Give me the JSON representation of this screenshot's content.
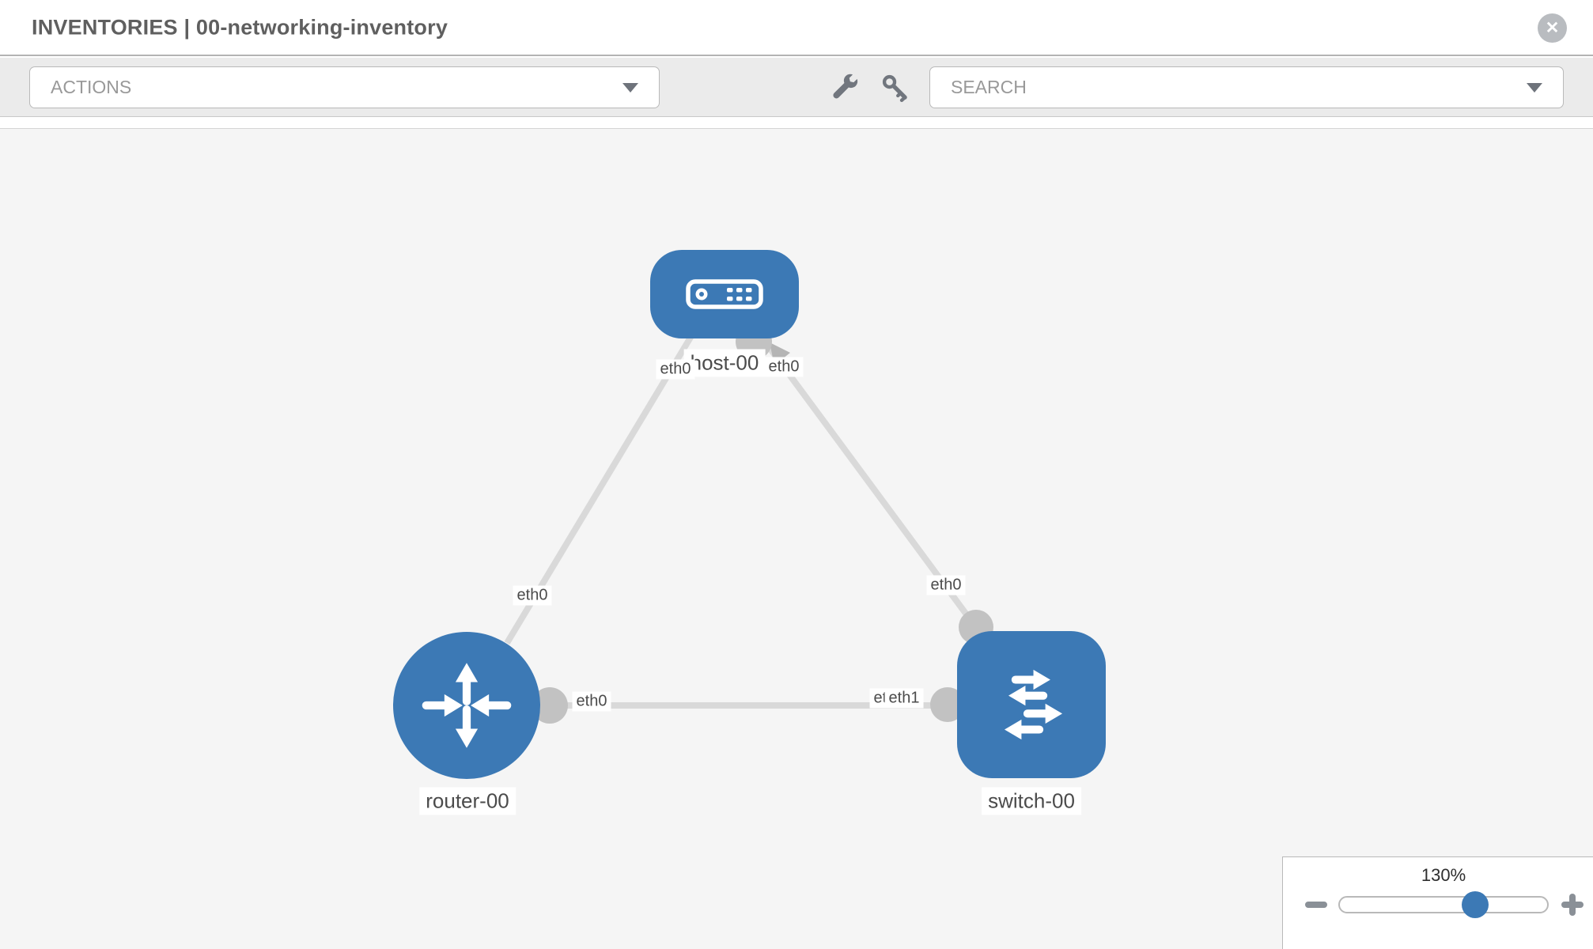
{
  "header": {
    "title": "INVENTORIES | 00-networking-inventory"
  },
  "toolbar": {
    "actions_label": "ACTIONS",
    "search_placeholder": "SEARCH"
  },
  "icons": {
    "close": "✕",
    "wrench": "wrench-icon",
    "key": "key-icon",
    "caret": "caret-down-icon",
    "zoom_out": "minus-icon",
    "zoom_in": "plus-icon"
  },
  "topology": {
    "nodes": [
      {
        "name": "host-00",
        "type": "host"
      },
      {
        "name": "router-00",
        "type": "router"
      },
      {
        "name": "switch-00",
        "type": "switch"
      }
    ],
    "links": [
      {
        "from": "host-00",
        "from_interface": "eth0",
        "to": "router-00",
        "to_interface": "eth0"
      },
      {
        "from": "host-00",
        "from_interface": "eth0",
        "to": "switch-00",
        "to_interface": "eth0"
      },
      {
        "from": "router-00",
        "from_interface": "eth0",
        "to": "switch-00",
        "to_interface": "eth1"
      }
    ],
    "interface_labels": [
      {
        "id": "host-left",
        "text": "eth0"
      },
      {
        "id": "host-right",
        "text": "eth0"
      },
      {
        "id": "near-router-top",
        "text": "eth0"
      },
      {
        "id": "near-switch-top",
        "text": "eth0"
      },
      {
        "id": "router-right",
        "text": "eth0"
      },
      {
        "id": "switch-left-under",
        "text": "eth0"
      },
      {
        "id": "switch-left",
        "text": "eth1"
      }
    ]
  },
  "zoom_control": {
    "level": "130%"
  },
  "colors": {
    "node_blue": "#3c79b5",
    "link_gray": "#d9d9d9",
    "port_gray": "#c2c2c2",
    "toolbar_bg": "#ebebeb",
    "canvas_bg": "#f5f5f5",
    "icon_gray": "#71767e"
  }
}
